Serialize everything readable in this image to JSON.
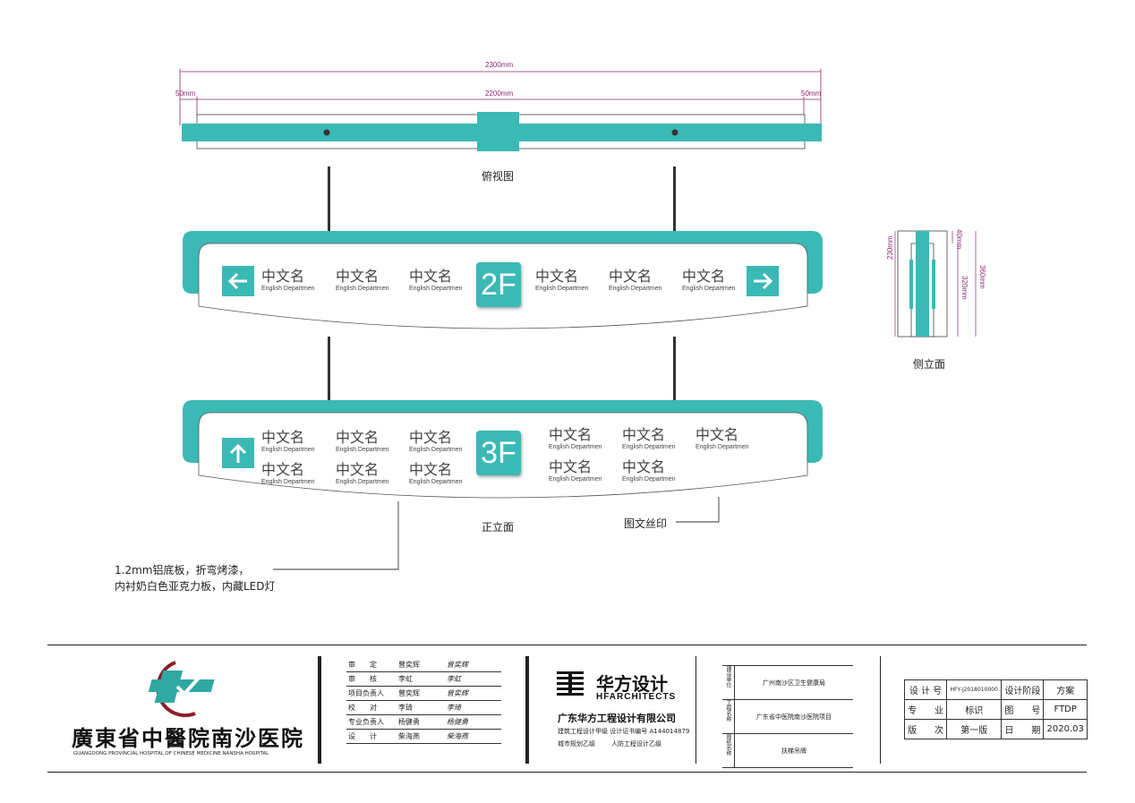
{
  "drawing": {
    "top_view": {
      "caption": "俯视图",
      "dim_total": "2300mm",
      "dim_inner": "2200mm",
      "dim_left": "50mm",
      "dim_right": "50mm"
    },
    "side_view": {
      "caption": "侧立面",
      "dim_height": "230mm",
      "dim_top": "40mm",
      "dim_mid": "320mm",
      "dim_total": "360mm"
    },
    "front_view": {
      "caption": "正立面",
      "note_print": "图文丝印",
      "note_material_1": "1.2mm铝底板，折弯烤漆，",
      "note_material_2": "内衬奶白色亚克力板，内藏LED灯"
    },
    "sign_2f": {
      "floor": "2F",
      "left_items": [
        {
          "cn": "中文名",
          "en": "English Departmen"
        },
        {
          "cn": "中文名",
          "en": "English Departmen"
        },
        {
          "cn": "中文名",
          "en": "English Departmen"
        }
      ],
      "right_items": [
        {
          "cn": "中文名",
          "en": "English Departmen"
        },
        {
          "cn": "中文名",
          "en": "English Departmen"
        },
        {
          "cn": "中文名",
          "en": "English Departmen"
        }
      ]
    },
    "sign_3f": {
      "floor": "3F",
      "left_items": [
        {
          "cn": "中文名",
          "en": "English Departmen"
        },
        {
          "cn": "中文名",
          "en": "English Departmen"
        },
        {
          "cn": "中文名",
          "en": "English Departmen"
        },
        {
          "cn": "中文名",
          "en": "English Departmen"
        },
        {
          "cn": "中文名",
          "en": "English Departmen"
        },
        {
          "cn": "中文名",
          "en": "English Departmen"
        }
      ],
      "right_items": [
        {
          "cn": "中文名",
          "en": "English Departmen"
        },
        {
          "cn": "中文名",
          "en": "English Departmen"
        },
        {
          "cn": "中文名",
          "en": "English Departmen"
        },
        {
          "cn": "中文名",
          "en": "English Departmen"
        },
        {
          "cn": "中文名",
          "en": "English Departmen"
        }
      ]
    }
  },
  "title_block": {
    "hospital_name": "廣東省中醫院南沙医院",
    "hospital_en": "GUANGDONG PROVINCIAL HOSPITAL OF CHINESE MEDICINE NANSHA HOSPITAL",
    "approvals": [
      {
        "role": "审　　定",
        "name": "曾奕辉",
        "sig": "曾奕辉"
      },
      {
        "role": "审　　核",
        "name": "李虹",
        "sig": "李虹"
      },
      {
        "role": "项目负责人",
        "name": "曾奕辉",
        "sig": "曾奕辉"
      },
      {
        "role": "校　　对",
        "name": "李琦",
        "sig": "李琦"
      },
      {
        "role": "专业负责人",
        "name": "杨健勇",
        "sig": "杨健勇"
      },
      {
        "role": "设　　计",
        "name": "柴海燕",
        "sig": "柴海燕"
      }
    ],
    "firm_cn": "华方设计",
    "firm_en": "HFARCHITECTS",
    "firm_full": "广东华方工程设计有限公司",
    "firm_cert_1": "建筑工程设计甲级 设计证书编号 A144014879",
    "firm_cert_2a": "城市规划乙级",
    "firm_cert_2b": "人防工程设计乙级",
    "project": [
      {
        "label": "建设单位",
        "value": "广州南沙区卫生健康局"
      },
      {
        "label": "工程名称",
        "value": "广东省中医院南沙医院项目"
      },
      {
        "label": "图纸名称",
        "value": "扶梯吊牌"
      }
    ],
    "meta": [
      [
        "设 计 号",
        "HFY-J2018010000",
        "设计阶段",
        "方案"
      ],
      [
        "专　　业",
        "标识",
        "图　　号",
        "FTDP"
      ],
      [
        "版　　次",
        "第一版",
        "日　　期",
        "2020.03"
      ]
    ]
  }
}
